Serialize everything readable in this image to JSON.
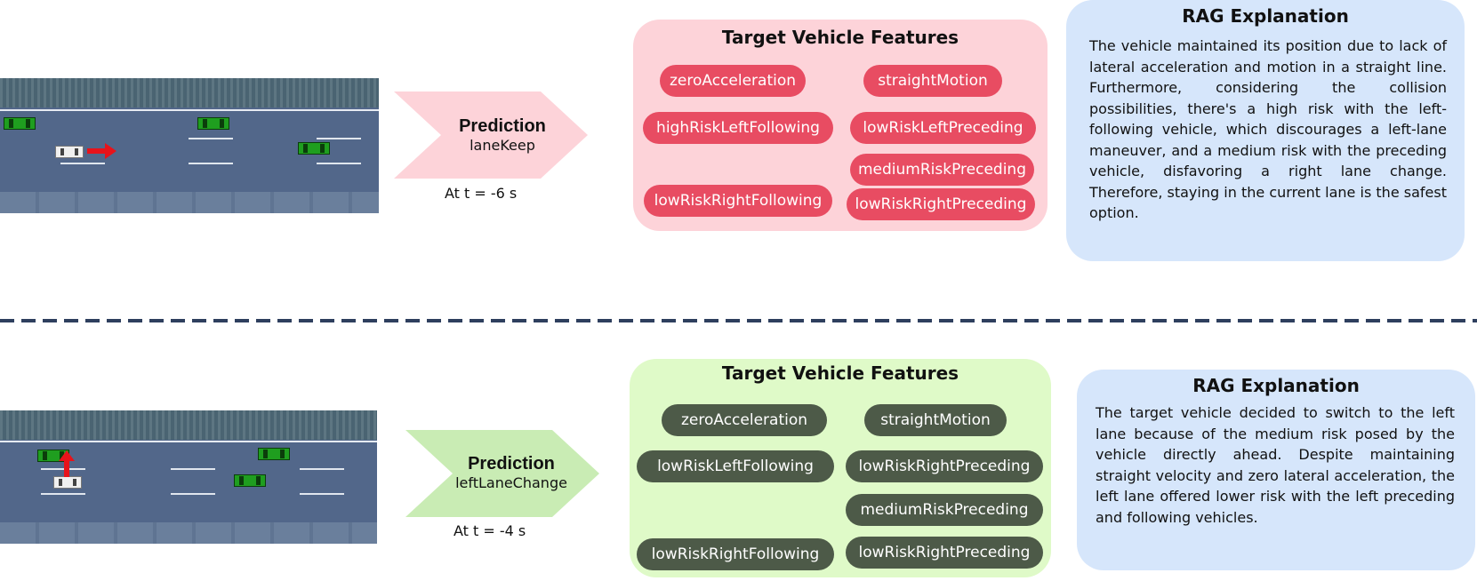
{
  "rows": [
    {
      "prediction_title": "Prediction",
      "prediction_label": "laneKeep",
      "time_label": "At t = -6 s",
      "features_title": "Target Vehicle Features",
      "features": [
        "zeroAcceleration",
        "straightMotion",
        "highRiskLeftFollowing",
        "lowRiskLeftPreceding",
        "mediumRiskPreceding",
        "lowRiskRightFollowing",
        "lowRiskRightPreceding"
      ],
      "rag_title": "RAG Explanation",
      "rag_text": "The vehicle maintained its position due to lack of lateral acceleration and motion in a straight line. Furthermore, considering the collision possibilities, there's a high risk with the left-following vehicle, which discourages a left-lane maneuver, and a medium risk with the preceding vehicle, disfavoring a right lane change. Therefore, staying in the current lane is the safest option."
    },
    {
      "prediction_title": "Prediction",
      "prediction_label": "leftLaneChange",
      "time_label": "At t = -4 s",
      "features_title": "Target Vehicle Features",
      "features": [
        "zeroAcceleration",
        "straightMotion",
        "lowRiskLeftFollowing",
        "lowRiskRightPreceding",
        "mediumRiskPreceding",
        "lowRiskRightFollowing",
        "lowRiskRightPreceding"
      ],
      "rag_title": "RAG Explanation",
      "rag_text": "The target vehicle decided to switch to the left lane because of the medium risk posed by the vehicle directly ahead. Despite maintaining straight velocity and zero lateral acceleration, the left lane offered lower risk with the left preceding and following vehicles."
    }
  ],
  "colors": {
    "row1_panel": "#fdd3d9",
    "row1_pill": "#e84c62",
    "row1_chevron": "#fdd3d9",
    "row2_panel": "#dffac8",
    "row2_pill": "#4d5a48",
    "row2_chevron": "#c9ecb4",
    "rag_panel": "#d6e6fb",
    "divider": "#2e3f5e",
    "arrow": "#e8131b"
  }
}
